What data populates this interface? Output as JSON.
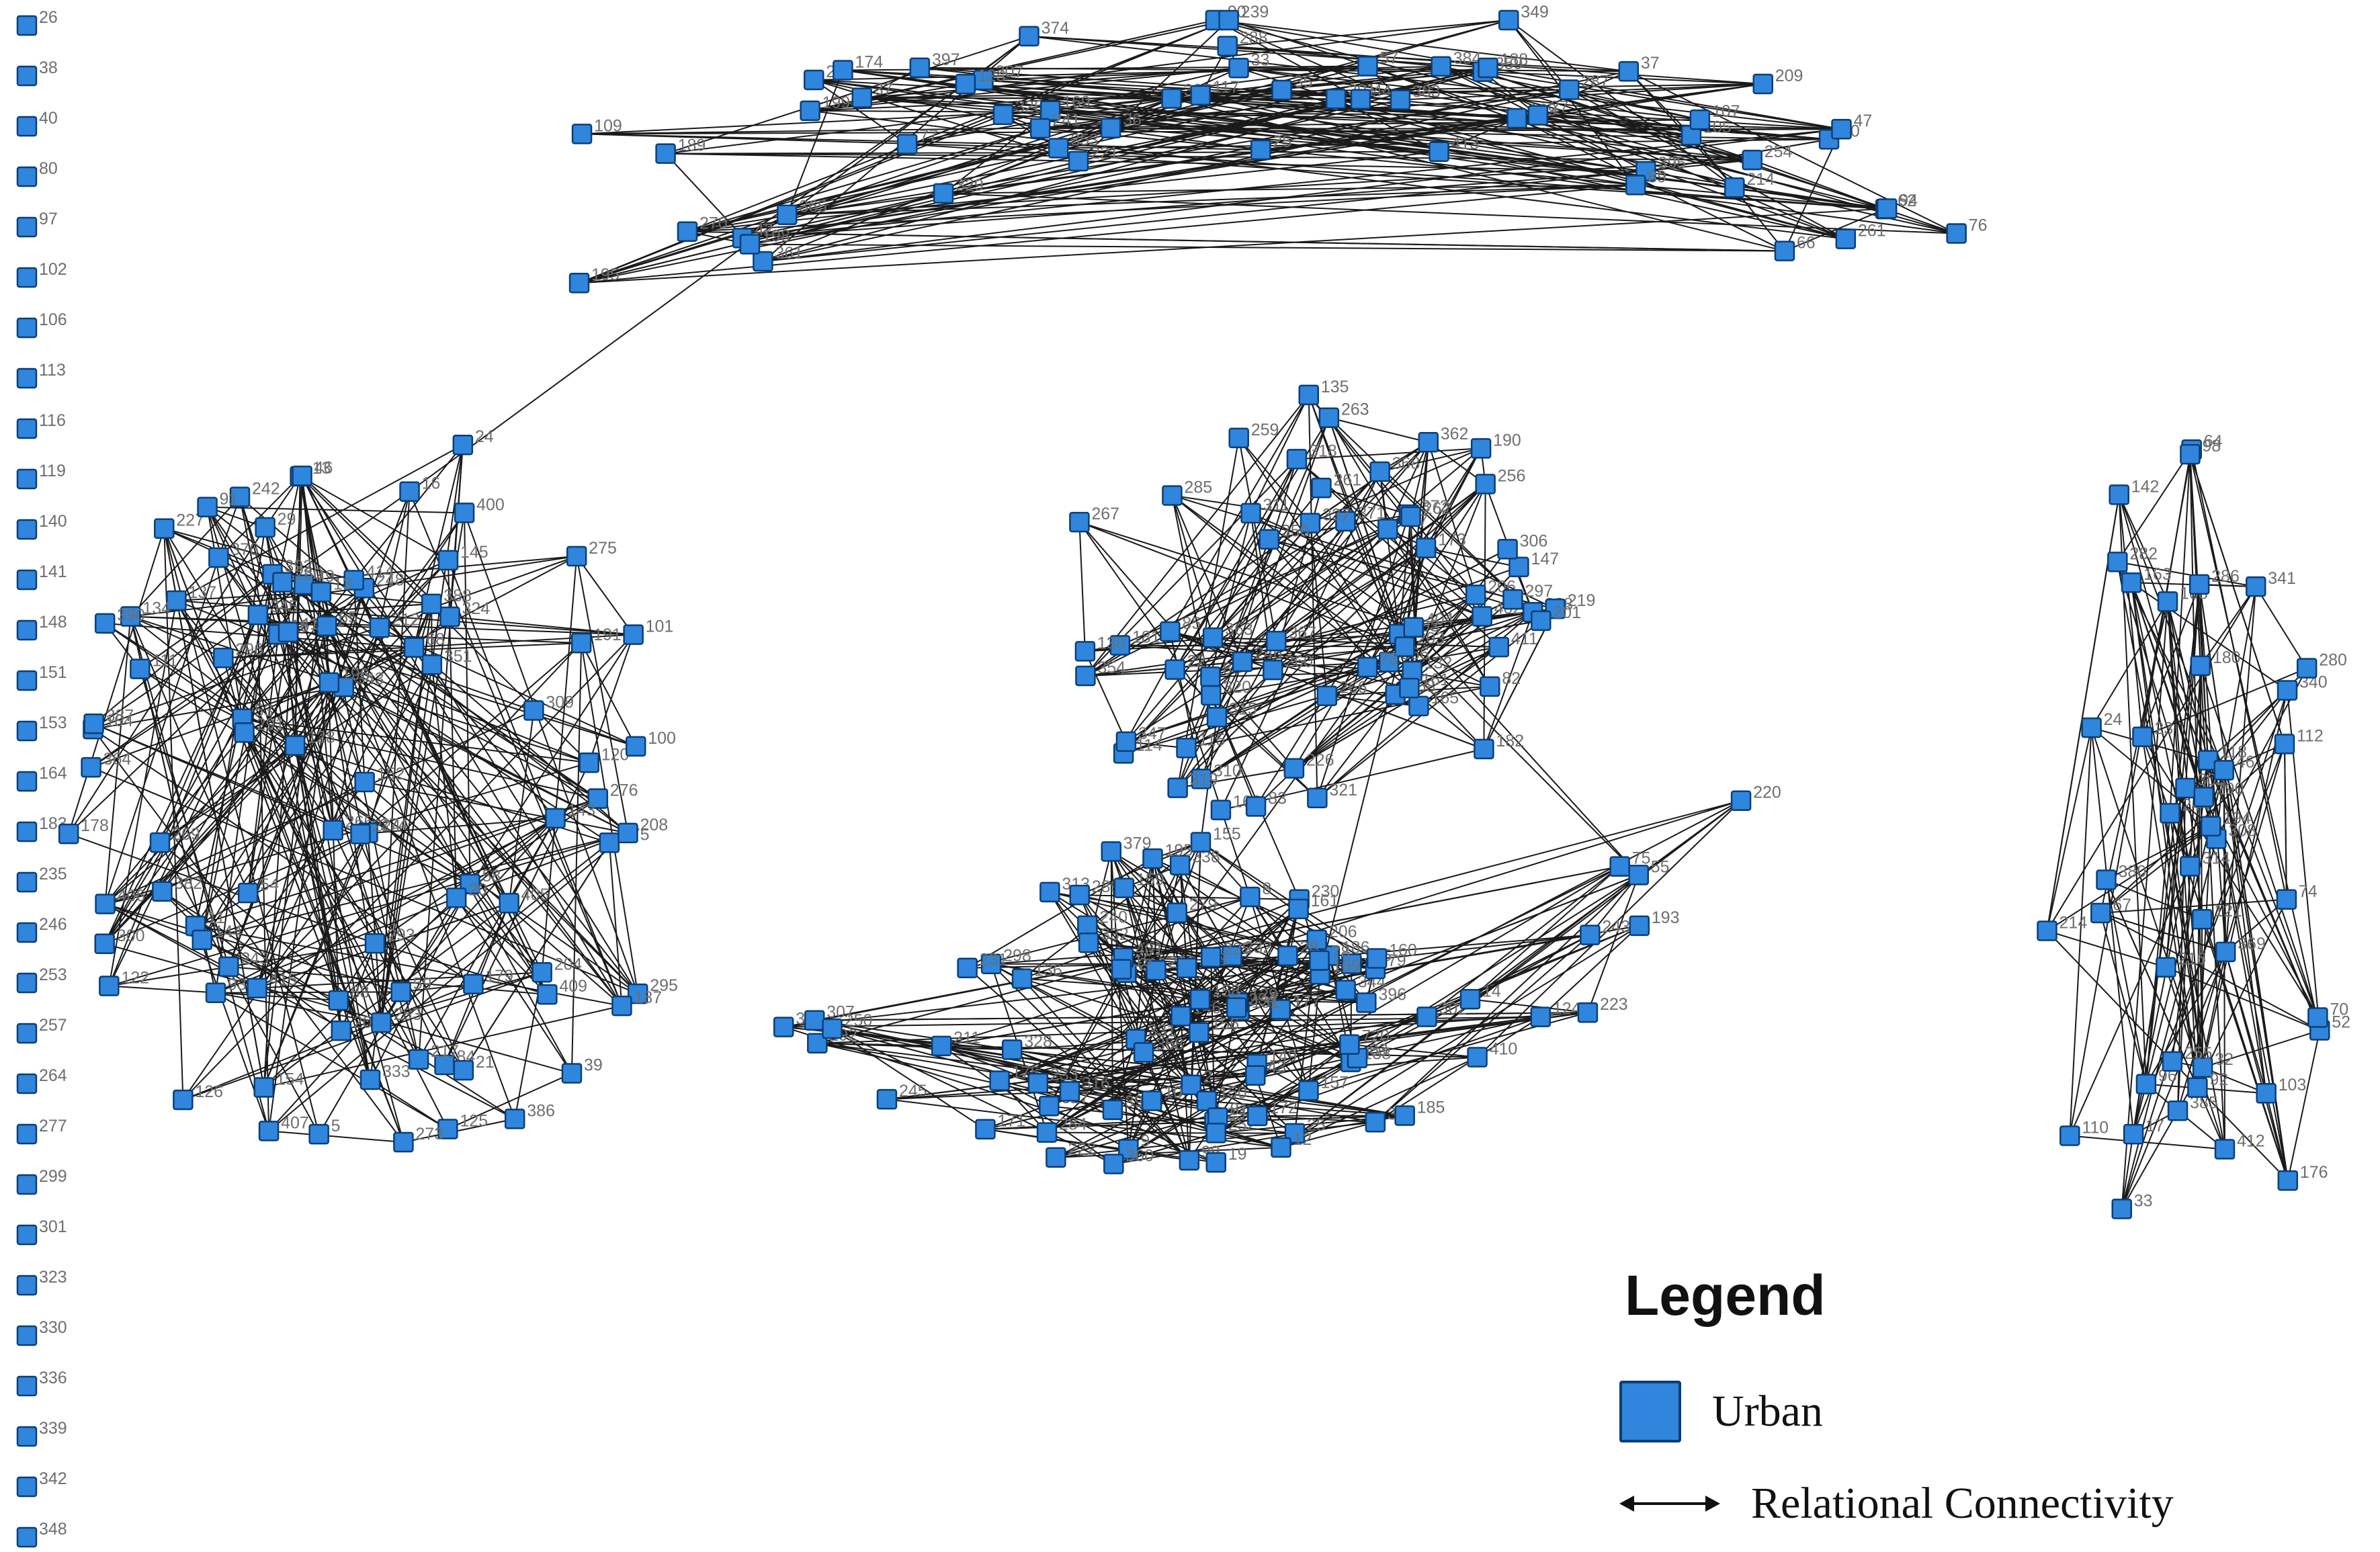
{
  "legend": {
    "title": "Legend",
    "node_label": "Urban",
    "edge_label": "Relational Connectivity",
    "node_color": "#2f86dc",
    "node_border_color": "#0b3e78",
    "edge_color": "#1a1a1a"
  },
  "network": {
    "isolates": [
      "26",
      "38",
      "40",
      "80",
      "97",
      "102",
      "106",
      "113",
      "116",
      "119",
      "140",
      "141",
      "148",
      "151",
      "153",
      "164",
      "183",
      "235",
      "246",
      "253",
      "257",
      "264",
      "277",
      "299",
      "301",
      "323",
      "330",
      "336",
      "339",
      "342",
      "348"
    ],
    "clusters": [
      {
        "name": "left",
        "labels": [
          "167",
          "227",
          "29",
          "386",
          "13",
          "248",
          "68",
          "53",
          "125",
          "275",
          "204",
          "414",
          "202",
          "101",
          "11",
          "351",
          "179",
          "93",
          "120",
          "212",
          "300",
          "324",
          "104",
          "343",
          "128",
          "49",
          "65",
          "243",
          "122",
          "266",
          "293",
          "152",
          "88",
          "54",
          "145",
          "387",
          "137",
          "375",
          "382",
          "41",
          "178",
          "84",
          "191",
          "208",
          "345",
          "400",
          "5",
          "276",
          "21",
          "242",
          "111",
          "295",
          "405",
          "406",
          "407",
          "273",
          "144",
          "143",
          "46",
          "24",
          "134",
          "274",
          "333",
          "376",
          "392",
          "91",
          "196",
          "291",
          "260",
          "154",
          "415",
          "283",
          "409",
          "100",
          "364",
          "388",
          "269",
          "39",
          "224",
          "296",
          "58",
          "20",
          "16",
          "13b",
          "217",
          "309",
          "187",
          "126",
          "59",
          "390"
        ]
      },
      {
        "name": "top",
        "labels": [
          "195",
          "109",
          "270",
          "189",
          "42",
          "361",
          "198",
          "365",
          "281",
          "199",
          "174",
          "37",
          "397",
          "77",
          "329",
          "207",
          "123",
          "326",
          "353",
          "374",
          "169",
          "241",
          "221",
          "305",
          "36",
          "90",
          "117",
          "288",
          "33",
          "239",
          "25",
          "35",
          "391",
          "57",
          "383",
          "44",
          "384",
          "413",
          "359",
          "349",
          "188",
          "287",
          "139",
          "27",
          "395",
          "37b",
          "89",
          "105",
          "107",
          "214",
          "254",
          "209",
          "30",
          "66",
          "47",
          "261",
          "62",
          "94",
          "76"
        ]
      },
      {
        "name": "center",
        "labels": [
          "173",
          "285",
          "310",
          "114",
          "238",
          "115",
          "82",
          "86",
          "266b",
          "261b",
          "267",
          "319",
          "315",
          "311",
          "368",
          "366",
          "165",
          "237",
          "354",
          "260b",
          "219",
          "166",
          "372",
          "371",
          "318",
          "320",
          "337",
          "132",
          "403",
          "362",
          "22",
          "182",
          "246b",
          "350",
          "262",
          "321",
          "367",
          "135",
          "411",
          "226",
          "347",
          "181",
          "402",
          "190",
          "203",
          "73",
          "258",
          "147",
          "404",
          "259",
          "256",
          "201",
          "206",
          "263",
          "306",
          "161b",
          "83",
          "363",
          "297",
          "85",
          "130"
        ]
      },
      {
        "name": "lower-center",
        "labels": [
          "313",
          "186",
          "210",
          "240",
          "232",
          "298",
          "396",
          "338",
          "279",
          "222",
          "231",
          "234",
          "289",
          "335",
          "155",
          "218",
          "177",
          "136",
          "344",
          "401",
          "2",
          "9",
          "206b",
          "131",
          "399",
          "169b",
          "331",
          "79",
          "175",
          "146",
          "138",
          "129",
          "159",
          "150",
          "99",
          "25b",
          "28",
          "149",
          "157",
          "225",
          "230",
          "327",
          "294",
          "81",
          "160",
          "78",
          "332",
          "15",
          "379",
          "8",
          "358",
          "161",
          "63",
          "284",
          "156",
          "195b",
          "158"
        ]
      },
      {
        "name": "bottom-arc",
        "labels": [
          "325",
          "307",
          "292",
          "250",
          "245",
          "211",
          "328",
          "233",
          "171",
          "316",
          "222b",
          "10",
          "360",
          "19",
          "43",
          "252",
          "12",
          "172",
          "373",
          "185",
          "720",
          "302",
          "14",
          "410",
          "124",
          "223",
          "243b",
          "193",
          "55",
          "75",
          "220"
        ]
      },
      {
        "name": "right",
        "labels": [
          "64",
          "214b",
          "33b",
          "112",
          "74",
          "96",
          "32",
          "412",
          "385",
          "142",
          "340",
          "24",
          "369",
          "163",
          "108",
          "282",
          "121",
          "280",
          "180",
          "176",
          "341",
          "380",
          "98",
          "92",
          "303",
          "118",
          "308",
          "286",
          "314",
          "244",
          "290",
          "103",
          "110",
          "67",
          "194",
          "255",
          "46b",
          "17",
          "23",
          "52",
          "70",
          "216"
        ]
      }
    ]
  }
}
